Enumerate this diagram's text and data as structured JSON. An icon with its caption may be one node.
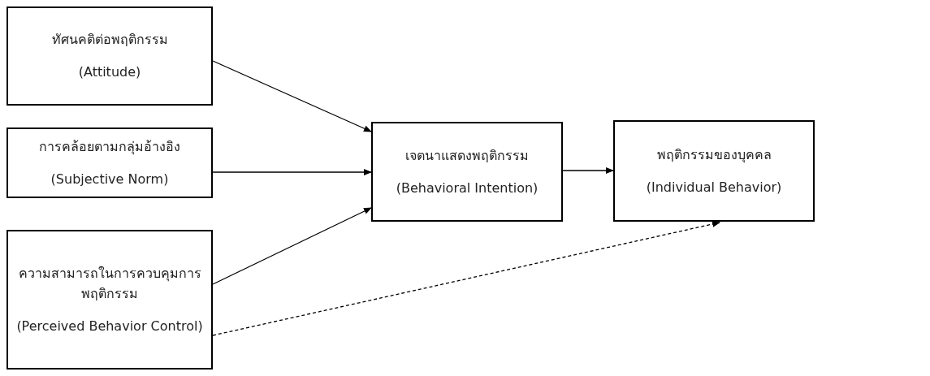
{
  "diagram": {
    "nodes": [
      {
        "text": [
          "ทัศนคติต่อพฤติกรรม",
          "(Attitude)"
        ]
      },
      {
        "text": [
          "การคล้อยตามกลุ่มอ้างอิง",
          "(Subjective Norm)"
        ]
      },
      {
        "text": [
          "ความสามารถในการควบคุมการพฤติกรรม",
          "(Perceived Behavior Control)"
        ]
      },
      {
        "text": [
          "เจตนาแสดงพฤติกรรม",
          "(Behavioral Intention)"
        ]
      },
      {
        "text": [
          "พฤติกรรมของบุคคล",
          "(Individual Behavior)"
        ]
      }
    ],
    "edges": [
      {
        "from": 0,
        "to": 3,
        "arrow": "to"
      },
      {
        "from": 1,
        "to": 3,
        "arrow": "to"
      },
      {
        "from": 2,
        "to": 3,
        "arrow": "to"
      },
      {
        "from": 3,
        "to": 4,
        "arrow": "to"
      },
      {
        "from": 2,
        "to": 4,
        "arrow": "to",
        "style": "dashed"
      }
    ]
  }
}
